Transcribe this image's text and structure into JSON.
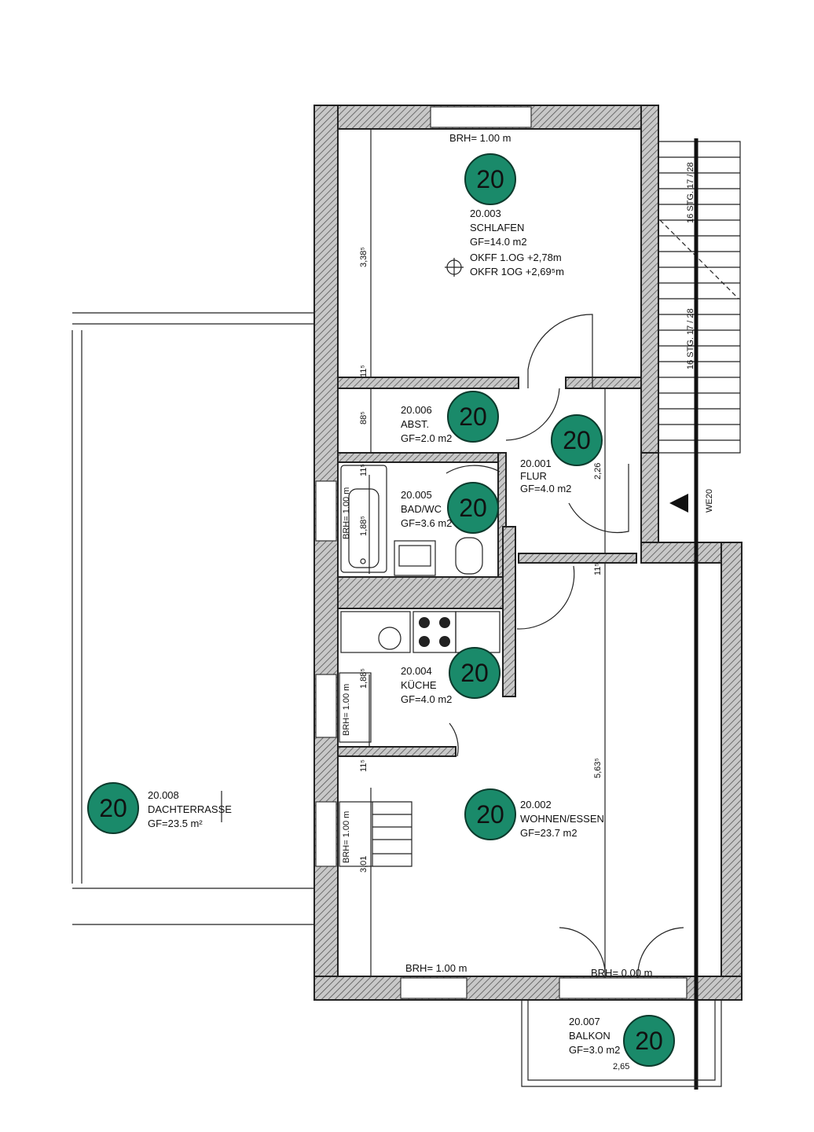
{
  "colors": {
    "badge": "#1a8a6a",
    "wall": "#9a9a9a",
    "line": "#222222"
  },
  "badge_label": "20",
  "rooms": [
    {
      "id": "20.003",
      "name": "SCHLAFEN",
      "area": "GF=14.0 m2",
      "extra1": "OKFF 1.OG +2,78m",
      "extra2": "OKFR 1OG +2,69⁵m"
    },
    {
      "id": "20.006",
      "name": "ABST.",
      "area": "GF=2.0 m2"
    },
    {
      "id": "20.001",
      "name": "FLUR",
      "area": "GF=4.0 m2"
    },
    {
      "id": "20.005",
      "name": "BAD/WC",
      "area": "GF=3.6 m2"
    },
    {
      "id": "20.004",
      "name": "KÜCHE",
      "area": "GF=4.0 m2"
    },
    {
      "id": "20.002",
      "name": "WOHNEN/ESSEN",
      "area": "GF=23.7 m2"
    },
    {
      "id": "20.008",
      "name": "DACHTERRASSE",
      "area": "GF=23.5 m²"
    },
    {
      "id": "20.007",
      "name": "BALKON",
      "area": "GF=3.0 m2"
    }
  ],
  "brh": {
    "top": "BRH= 1.00 m",
    "bath": "BRH= 1.00 m",
    "kitchen": "BRH= 1.00 m",
    "living_side": "BRH= 1.00 m",
    "bottom": "BRH= 1.00 m",
    "balcony_door": "BRH= 0.00 m"
  },
  "dims": {
    "schlafen_h": "3,38⁵",
    "d11a": "11⁵",
    "abst_h": "88⁵",
    "d11b": "11⁵",
    "bath_h": "1,88⁵",
    "flur_h": "2,26",
    "d11c": "11⁵",
    "kitchen_h": "1,88⁵",
    "d11d": "11⁵",
    "living_h": "5,63⁵",
    "living_side_h": "3,01",
    "balcony_w": "2,65"
  },
  "stairs": {
    "top": "16 STG. 17 / 28",
    "bottom": "16 STG. 17 / 28",
    "we": "WE20"
  }
}
